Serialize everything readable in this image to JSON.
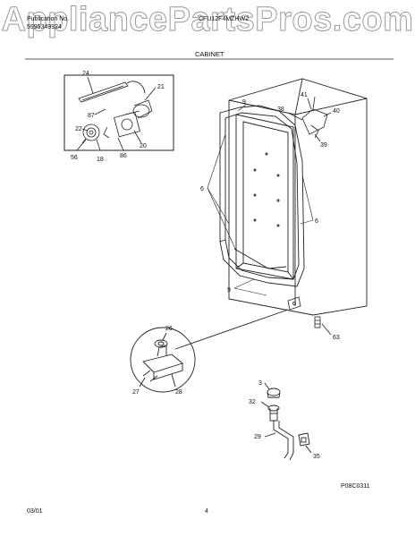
{
  "watermark": "AppliancePartsPros.com",
  "header": {
    "publication_label": "Publication No.",
    "publication_number": "5995349924",
    "model": "CFU12F4MZHW2",
    "section_title": "CABINET"
  },
  "callouts": {
    "c24": "24",
    "c21": "21",
    "c87": "87",
    "c22": "22",
    "c20": "20",
    "c56": "56",
    "c18": "18",
    "c86": "86",
    "c9a": "9",
    "c41": "41",
    "c38": "38",
    "c40": "40",
    "c39": "39",
    "c6a": "6",
    "c6b": "6",
    "c9b": "9",
    "c26": "26",
    "c63": "63",
    "c27": "27",
    "c28": "28",
    "c3": "3",
    "c32": "32",
    "c29": "29",
    "c35": "35"
  },
  "footer": {
    "diagram_code": "P08C0311",
    "date": "03/01",
    "page_number": "4"
  }
}
